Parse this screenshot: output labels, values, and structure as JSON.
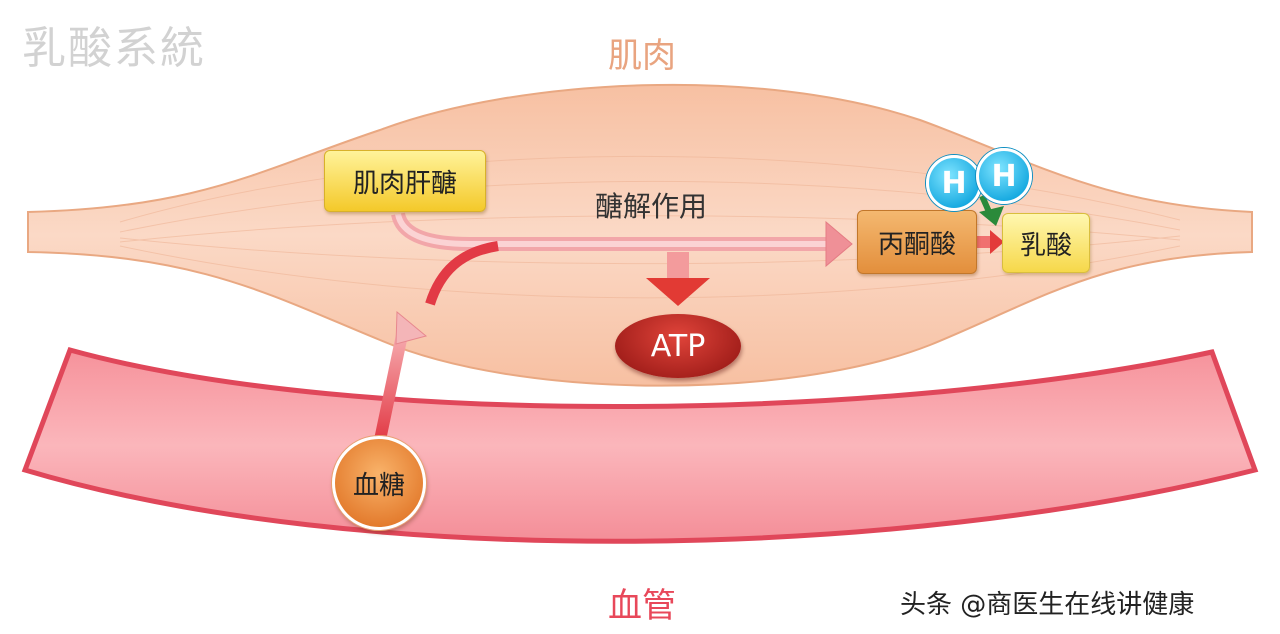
{
  "title": "乳酸系統",
  "labels": {
    "muscle": "肌肉",
    "blood_vessel": "血管",
    "process": "醣解作用",
    "watermark": "头条 @商医生在线讲健康"
  },
  "nodes": {
    "muscle_glycogen": "肌肉肝醣",
    "blood_sugar": "血糖",
    "pyruvate": "丙酮酸",
    "lactate": "乳酸",
    "atp": "ATP",
    "hydrogen_1": "H",
    "hydrogen_2": "H"
  },
  "colors": {
    "muscle_fill": "#f8c3a8",
    "vessel_fill": "#f7a3aa",
    "vessel_edge": "#e0475a",
    "arrow_pink": "#f4a4a8",
    "arrow_red": "#e4403c",
    "hydrogen_blue": "#16a9e0",
    "hydrogen_arrow": "#2b8a3a"
  }
}
